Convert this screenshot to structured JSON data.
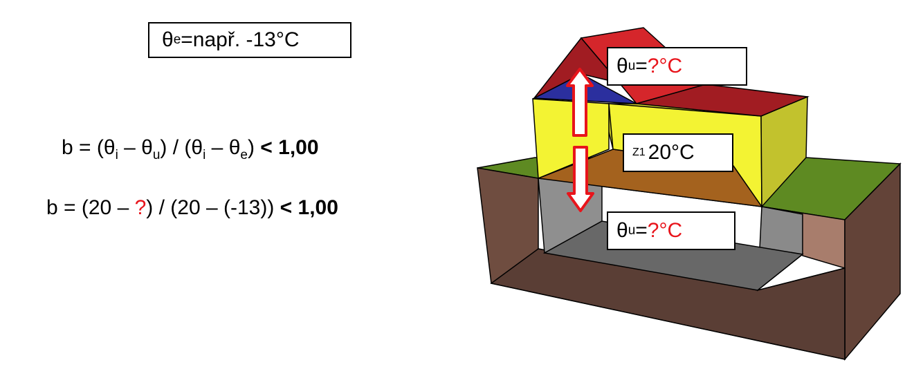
{
  "theta": "θ",
  "sub_e": "e",
  "sub_i": "i",
  "sub_u": "u",
  "theta_e_box": {
    "eq": "= ",
    "value": "např.  -13°C"
  },
  "formula_1": {
    "b_open": "b = (",
    "minus": " – ",
    "close_open": ") / (",
    "close": ") ",
    "limit": "< 1,00"
  },
  "formula_2": {
    "prefix": "b = (20 – ",
    "unknown": "?",
    "suffix": ") / (20 – (-13)) ",
    "limit": "< 1,00"
  },
  "attic_box": {
    "eq": "= ",
    "value": "?°C"
  },
  "zone_box": {
    "zone": "Z1",
    "temp": "20°C"
  },
  "cellar_box": {
    "eq": "= ",
    "value": "?°C"
  },
  "colors": {
    "red": "#e8141b",
    "roof_dark": "#a11c22",
    "roof_red": "#d5262b",
    "roof_blue": "#2b2f9e",
    "wall_yellow": "#f3f333",
    "wall_yellow_dark": "#c2c22d",
    "floor_brown": "#a4621e",
    "grass": "#5e8a22",
    "soil": "#6f4d40",
    "soil_light": "#a87d6c",
    "cellar_grey": "#8f8f8f",
    "cellar_dark": "#686868"
  }
}
